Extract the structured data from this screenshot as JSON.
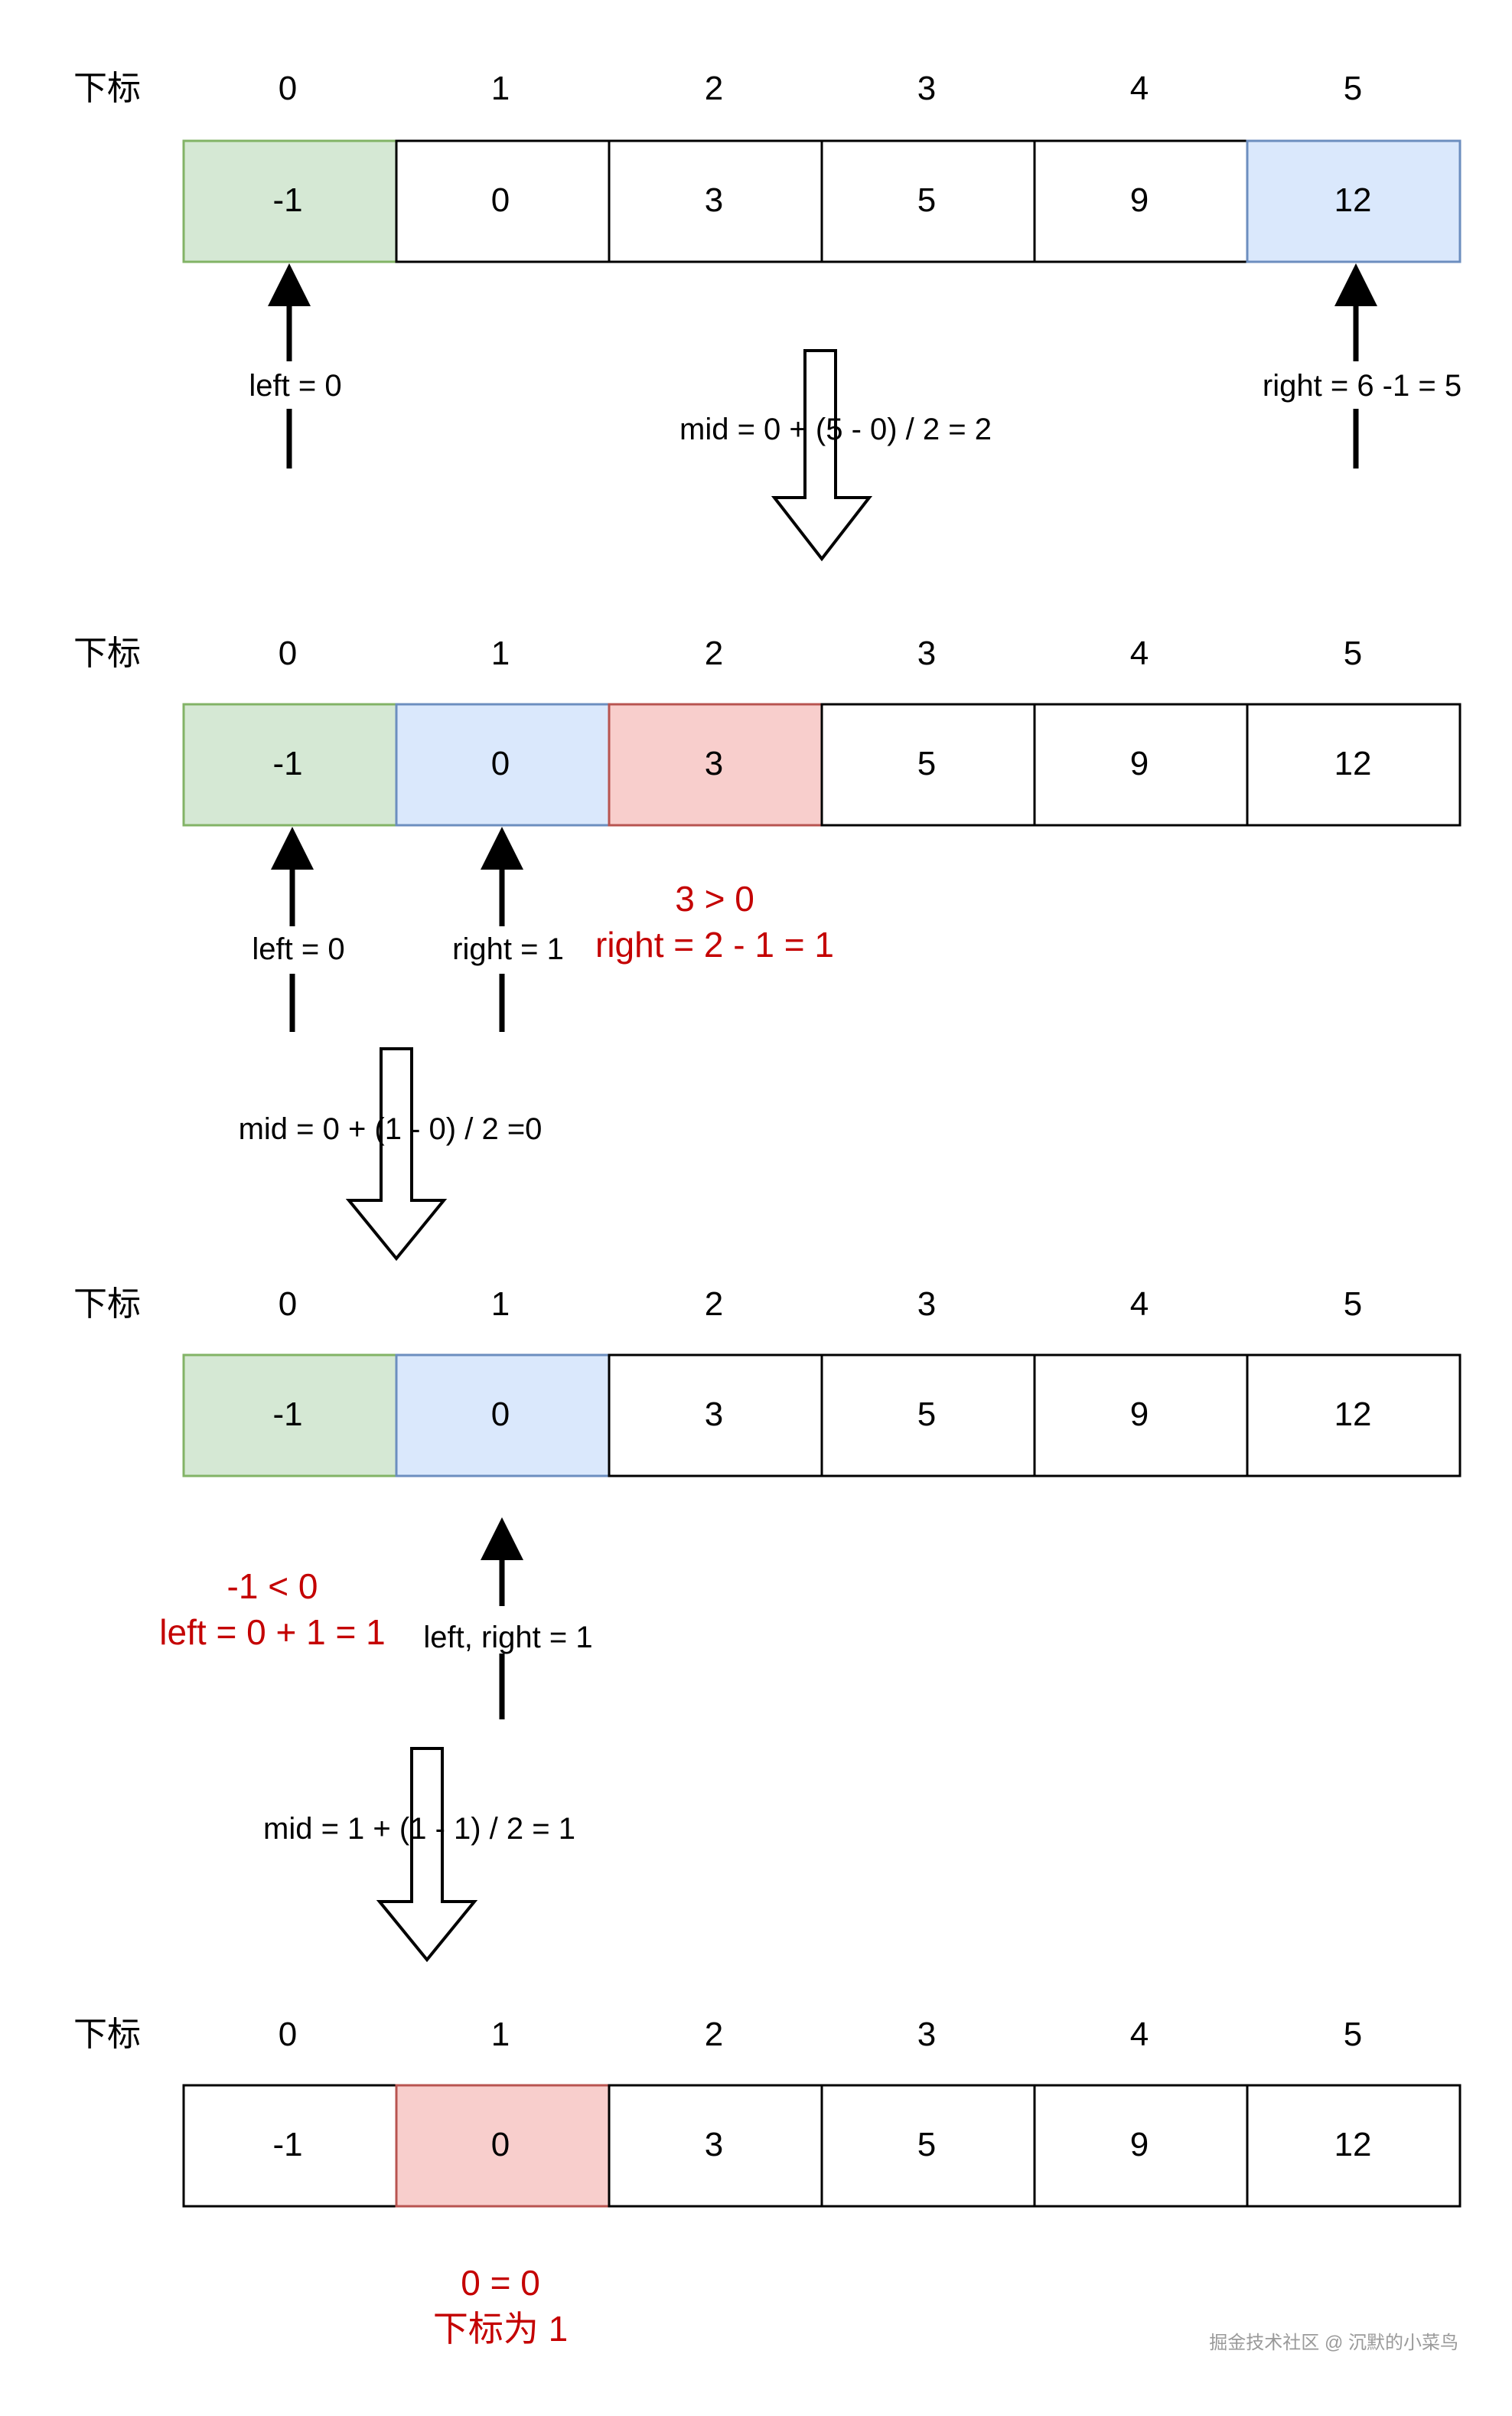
{
  "index_label": "下标",
  "indices": [
    "0",
    "1",
    "2",
    "3",
    "4",
    "5"
  ],
  "array_values": [
    "-1",
    "0",
    "3",
    "5",
    "9",
    "12"
  ],
  "steps": [
    {
      "cell_states": [
        "left",
        "normal",
        "normal",
        "normal",
        "normal",
        "right"
      ],
      "pointers": [
        {
          "label": "left = 0"
        },
        {
          "label": "right = 6 -1 = 5"
        }
      ],
      "mid_calc": "mid = 0 + (5 - 0) / 2 = 2"
    },
    {
      "cell_states": [
        "left",
        "right",
        "mid",
        "normal",
        "normal",
        "normal"
      ],
      "pointers": [
        {
          "label": "left = 0"
        },
        {
          "label": "right = 1"
        }
      ],
      "note_lines": [
        "3 > 0",
        "right = 2 - 1 = 1"
      ],
      "mid_calc": "mid = 0 + (1 - 0) / 2 =0"
    },
    {
      "cell_states": [
        "left",
        "right",
        "normal",
        "normal",
        "normal",
        "normal"
      ],
      "pointers": [
        {
          "label": "left, right = 1"
        }
      ],
      "note_lines": [
        "-1 < 0",
        "left = 0 + 1 = 1"
      ],
      "mid_calc": "mid = 1 + (1 - 1) / 2 = 1"
    },
    {
      "cell_states": [
        "normal",
        "mid",
        "normal",
        "normal",
        "normal",
        "normal"
      ],
      "note_lines": [
        "0 = 0",
        "下标为 1"
      ]
    }
  ],
  "watermark": "掘金技术社区 @ 沉默的小菜鸟",
  "colors": {
    "left_fill": "#d5e8d4",
    "left_stroke": "#82b366",
    "right_fill": "#dae8fc",
    "right_stroke": "#6c8ebf",
    "mid_fill": "#f8cecc",
    "mid_stroke": "#b85450",
    "normal_fill": "#ffffff",
    "normal_stroke": "#000000",
    "note_red": "#c40000"
  }
}
